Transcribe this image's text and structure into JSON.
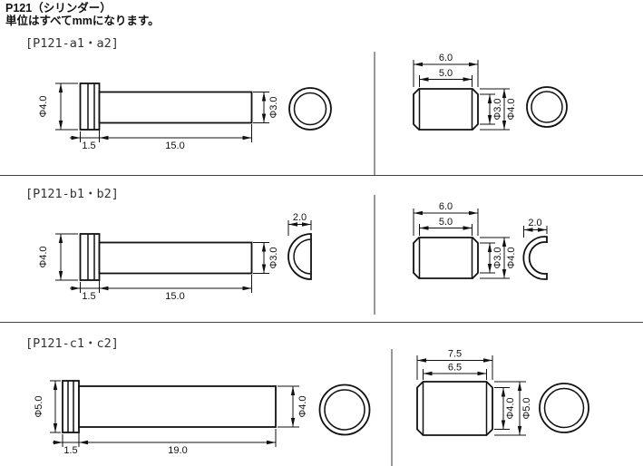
{
  "page": {
    "title": "P121（シリンダー）",
    "subtitle": "単位はすべてmmになります。",
    "title_color": "#1a1acc",
    "line_color": "#111111"
  },
  "sections": [
    {
      "label": "[P121-a1・a2]",
      "pin": {
        "head_dia": "Φ4.0",
        "head_len": "1.5",
        "shaft_dia": "Φ3.0",
        "shaft_len": "15.0"
      },
      "collar": {
        "outer_len": "6.0",
        "body_len": "5.0",
        "inner_dia": "Φ3.0",
        "outer_dia": "Φ4.0"
      }
    },
    {
      "label": "[P121-b1・b2]",
      "pin": {
        "head_dia": "Φ4.0",
        "head_len": "1.5",
        "shaft_dia": "Φ3.0",
        "shaft_len": "15.0"
      },
      "pin_end_width": "2.0",
      "collar": {
        "outer_len": "6.0",
        "body_len": "5.0",
        "inner_dia": "Φ3.0",
        "outer_dia": "Φ4.0"
      },
      "collar_end_width": "2.0"
    },
    {
      "label": "[P121-c1・c2]",
      "pin": {
        "head_dia": "Φ5.0",
        "head_len": "1.5",
        "shaft_dia": "Φ4.0",
        "shaft_len": "19.0"
      },
      "collar": {
        "outer_len": "7.5",
        "body_len": "6.5",
        "inner_dia": "Φ4.0",
        "outer_dia": "Φ5.0"
      }
    }
  ]
}
